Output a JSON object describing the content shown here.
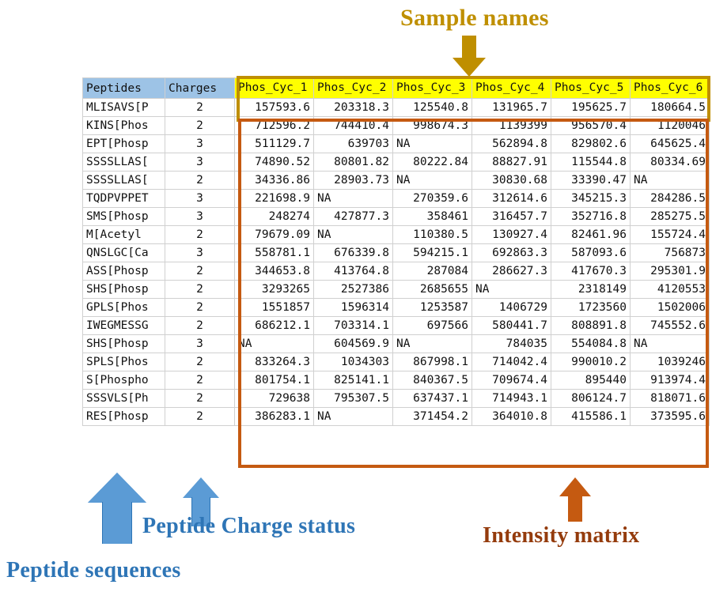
{
  "annotations": {
    "sample_names": "Sample names",
    "peptide_charge_status": "Peptide Charge status",
    "peptide_sequences": "Peptide sequences",
    "intensity_matrix": "Intensity matrix"
  },
  "colors": {
    "sample_names_accent": "#BF8F00",
    "intensity_accent": "#C55A11",
    "peptide_accent": "#2E75B6",
    "arrow_blue": "#5B9BD5",
    "header_blue_fill": "#9DC3E6",
    "header_yellow_fill": "#FFFF00"
  },
  "table": {
    "headers": {
      "peptides": "Peptides",
      "charges": "Charges",
      "samples": [
        "Phos_Cyc_1",
        "Phos_Cyc_2",
        "Phos_Cyc_3",
        "Phos_Cyc_4",
        "Phos_Cyc_5",
        "Phos_Cyc_6"
      ]
    },
    "rows": [
      {
        "peptide": "MLISAVS[P",
        "charge": "2",
        "values": [
          "157593.6",
          "203318.3",
          "125540.8",
          "131965.7",
          "195625.7",
          "180664.5"
        ]
      },
      {
        "peptide": "KINS[Phos",
        "charge": "2",
        "values": [
          "712596.2",
          "744410.4",
          "998674.3",
          "1139399",
          "956570.4",
          "1120046"
        ]
      },
      {
        "peptide": "EPT[Phosp",
        "charge": "3",
        "values": [
          "511129.7",
          "639703",
          "NA",
          "562894.8",
          "829802.6",
          "645625.4"
        ]
      },
      {
        "peptide": "SSSSLLAS[",
        "charge": "3",
        "values": [
          "74890.52",
          "80801.82",
          "80222.84",
          "88827.91",
          "115544.8",
          "80334.69"
        ]
      },
      {
        "peptide": "SSSSLLAS[",
        "charge": "2",
        "values": [
          "34336.86",
          "28903.73",
          "NA",
          "30830.68",
          "33390.47",
          "NA"
        ]
      },
      {
        "peptide": "TQDPVPPET",
        "charge": "3",
        "values": [
          "221698.9",
          "NA",
          "270359.6",
          "312614.6",
          "345215.3",
          "284286.5"
        ]
      },
      {
        "peptide": "SMS[Phosp",
        "charge": "3",
        "values": [
          "248274",
          "427877.3",
          "358461",
          "316457.7",
          "352716.8",
          "285275.5"
        ]
      },
      {
        "peptide": "M[Acetyl",
        "charge": "2",
        "values": [
          "79679.09",
          "NA",
          "110380.5",
          "130927.4",
          "82461.96",
          "155724.4"
        ]
      },
      {
        "peptide": "QNSLGC[Ca",
        "charge": "3",
        "values": [
          "558781.1",
          "676339.8",
          "594215.1",
          "692863.3",
          "587093.6",
          "756873"
        ]
      },
      {
        "peptide": "ASS[Phosp",
        "charge": "2",
        "values": [
          "344653.8",
          "413764.8",
          "287084",
          "286627.3",
          "417670.3",
          "295301.9"
        ]
      },
      {
        "peptide": "SHS[Phosp",
        "charge": "2",
        "values": [
          "3293265",
          "2527386",
          "2685655",
          "NA",
          "2318149",
          "4120553"
        ]
      },
      {
        "peptide": "GPLS[Phos",
        "charge": "2",
        "values": [
          "1551857",
          "1596314",
          "1253587",
          "1406729",
          "1723560",
          "1502006"
        ]
      },
      {
        "peptide": "IWEGMESSG",
        "charge": "2",
        "values": [
          "686212.1",
          "703314.1",
          "697566",
          "580441.7",
          "808891.8",
          "745552.6"
        ]
      },
      {
        "peptide": "SHS[Phosp",
        "charge": "3",
        "values": [
          "NA",
          "604569.9",
          "NA",
          "784035",
          "554084.8",
          "NA"
        ]
      },
      {
        "peptide": "SPLS[Phos",
        "charge": "2",
        "values": [
          "833264.3",
          "1034303",
          "867998.1",
          "714042.4",
          "990010.2",
          "1039246"
        ]
      },
      {
        "peptide": "S[Phospho",
        "charge": "2",
        "values": [
          "801754.1",
          "825141.1",
          "840367.5",
          "709674.4",
          "895440",
          "913974.4"
        ]
      },
      {
        "peptide": "SSSVLS[Ph",
        "charge": "2",
        "values": [
          "729638",
          "795307.5",
          "637437.1",
          "714943.1",
          "806124.7",
          "818071.6"
        ]
      },
      {
        "peptide": "RES[Phosp",
        "charge": "2",
        "values": [
          "386283.1",
          "NA",
          "371454.2",
          "364010.8",
          "415586.1",
          "373595.6"
        ]
      }
    ]
  }
}
